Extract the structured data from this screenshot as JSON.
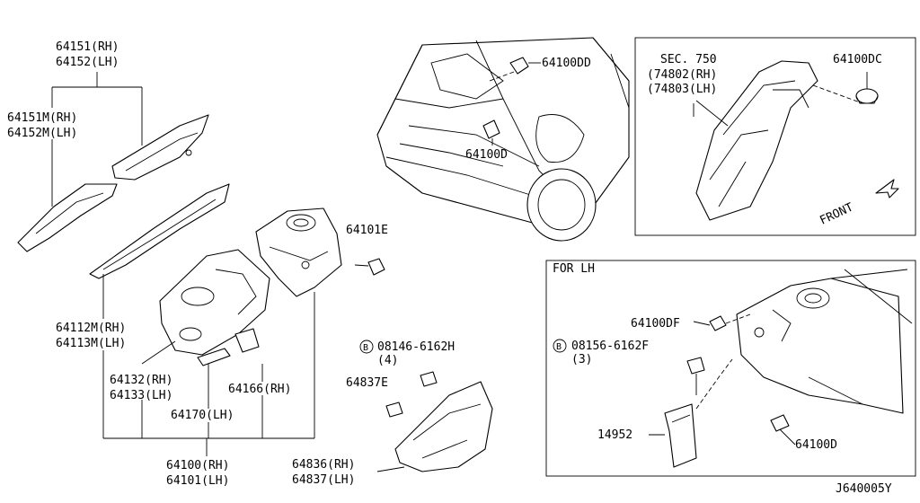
{
  "labels": {
    "l_64151": "64151(RH)",
    "l_64152": "64152(LH)",
    "l_64151m": "64151M(RH)",
    "l_64152m": "64152M(LH)",
    "l_64112m": "64112M(RH)",
    "l_64113m": "64113M(LH)",
    "l_64132": "64132(RH)",
    "l_64133": "64133(LH)",
    "l_64166": "64166(RH)",
    "l_64170": "64170(LH)",
    "l_64100": "64100(RH)",
    "l_64101": "64101(LH)",
    "l_64101e": "64101E",
    "l_64100dd": "64100DD",
    "l_64100d_upper": "64100D",
    "bolt_letter": "B",
    "l_08146": "08146-6162H",
    "l_08146_qty": "(4)",
    "l_64837e": "64837E",
    "l_64836": "64836(RH)",
    "l_64837": "64837(LH)",
    "sec750": "SEC. 750",
    "l_74802": "(74802(RH)",
    "l_74803": "(74803(LH)",
    "l_64100dc": "64100DC",
    "front": "FRONT",
    "for_lh": "FOR LH",
    "l_64100df": "64100DF",
    "l_08156": "08156-6162F",
    "l_08156_qty": "(3)",
    "l_14952": "14952",
    "l_64100d_lower": "64100D",
    "diagram_id": "J640005Y"
  }
}
